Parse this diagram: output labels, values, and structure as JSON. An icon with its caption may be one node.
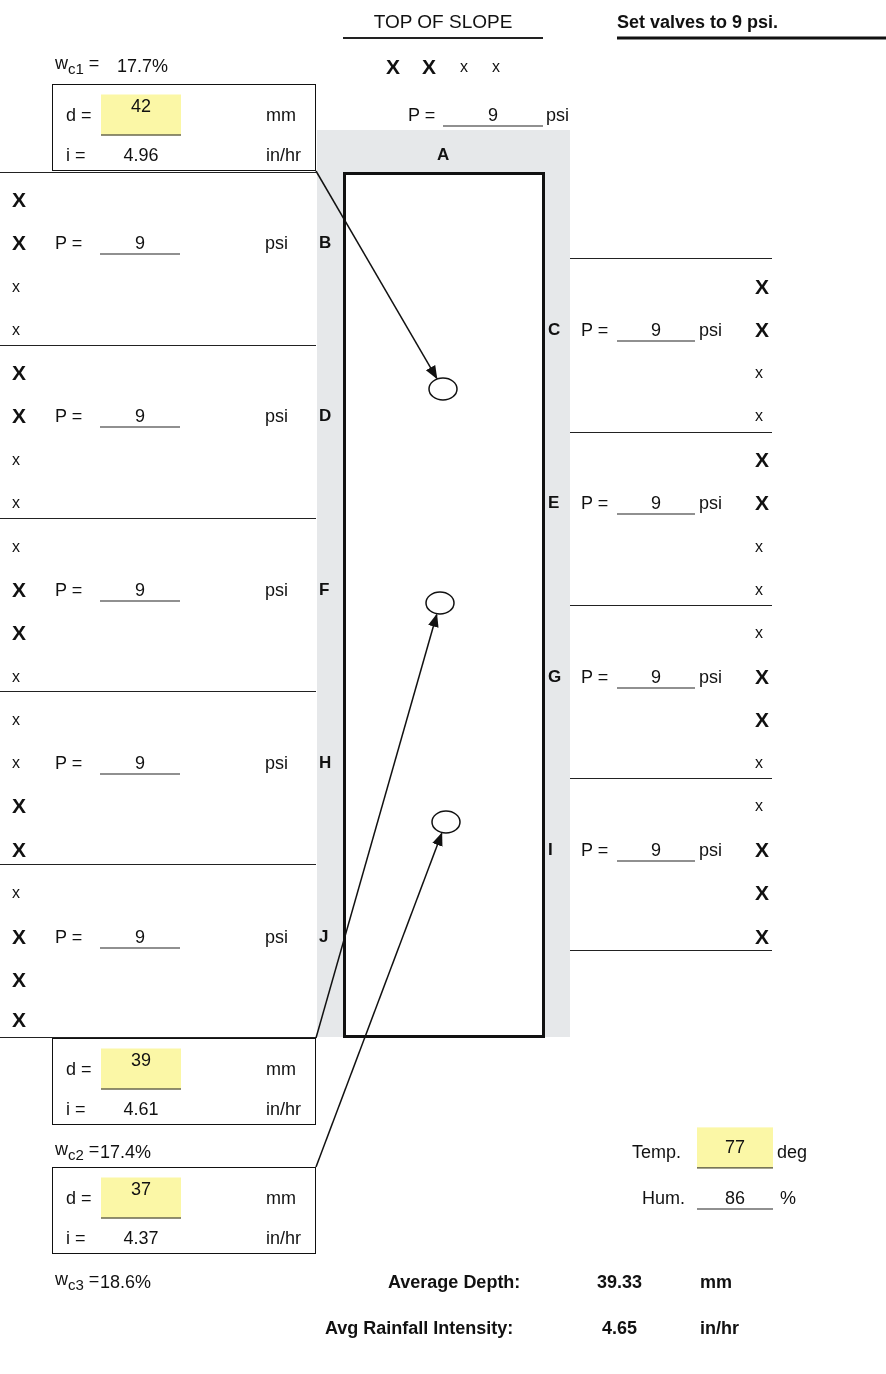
{
  "diagram": {
    "nodes": [
      {
        "text": [
          "d =",
          "42",
          "mm",
          "i =",
          "4.96",
          "in/hr"
        ]
      },
      {
        "text": [],
        "shape": "box"
      },
      {
        "text": [],
        "shape": "ellipse",
        "in": 1
      },
      {
        "text": [],
        "shape": "ellipse",
        "in": 1
      },
      {
        "text": [],
        "shape": "ellipse",
        "in": 1
      },
      {
        "text": [
          "d =",
          "39",
          "mm",
          "i =",
          "4.61",
          "in/hr"
        ]
      },
      {
        "text": [
          "d =",
          "37",
          "mm",
          "i =",
          "4.37",
          "in/hr"
        ]
      }
    ],
    "edges": [
      {
        "from": 0,
        "to": 2,
        "arrow": "to"
      },
      {
        "from": 5,
        "to": 3,
        "arrow": "to"
      },
      {
        "from": 6,
        "to": 4,
        "arrow": "to"
      }
    ],
    "labels": [
      "TOP OF SLOPE",
      "Set valves to 9 psi.",
      "w$_{c1}$ =",
      "17.7%",
      "X",
      "X",
      "x",
      "x",
      "P =",
      "9",
      "psi",
      "A",
      "X",
      "X",
      "P =",
      "9",
      "psi",
      "B",
      "x",
      "X",
      "x",
      "C",
      "P =",
      "9",
      "psi",
      "X",
      "X",
      "x",
      "X",
      "P =",
      "9",
      "psi",
      "D",
      "x",
      "x",
      "X",
      "x",
      "E",
      "P =",
      "9",
      "psi",
      "X",
      "x",
      "x",
      "X",
      "P =",
      "9",
      "psi",
      "F",
      "x",
      "X",
      "x",
      "x",
      "G",
      "P =",
      "9",
      "psi",
      "X",
      "x",
      "X",
      "x",
      "P =",
      "9",
      "psi",
      "H",
      "x",
      "X",
      "x",
      "X",
      "I",
      "P =",
      "9",
      "psi",
      "X",
      "x",
      "X",
      "X",
      "P =",
      "9",
      "psi",
      "J",
      "X",
      "X",
      "X",
      "w$_{c2}$ =",
      "17.4%",
      "Temp.",
      "77",
      "deg",
      "Hum.",
      "86",
      "%",
      "w$_{c3}$ =",
      "18.6%",
      "Average Depth:",
      "39.33",
      "mm",
      "Avg Rainfall Intensity:",
      "4.65",
      "in/hr"
    ]
  }
}
